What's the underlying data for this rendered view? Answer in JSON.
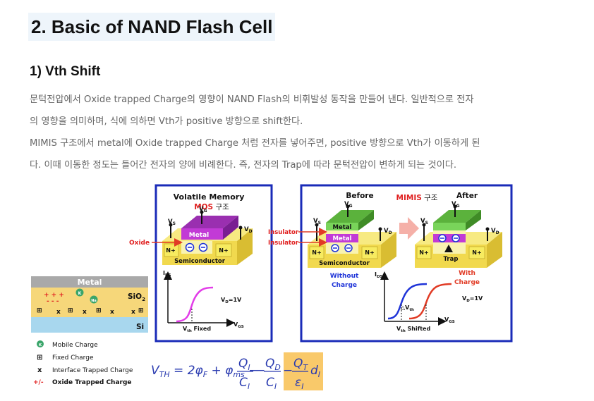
{
  "heading": "2. Basic of NAND Flash Cell",
  "subheading": "1) Vth Shift",
  "paragraph1": {
    "line1": "문턱전압에서 Oxide trapped Charge의 영향이 NAND Flash의 비휘발성 동작을 만들어 낸다. 일반적으로 전자",
    "line2": "의 영향을 의미하며, 식에 의하면 Vth가 positive 방향으로 shift한다."
  },
  "paragraph2": {
    "line1": "MIMIS 구조에서 metal에 Oxide trapped Charge 처럼 전자를 넣어주면, positive 방향으로 Vth가 이동하게 된",
    "line2": "다. 이때 이동한 정도는 들어간 전자의 양에 비례한다. 즉, 전자의 Trap에 따라 문턱전압이 변하게 되는 것이다."
  },
  "figure": {
    "left_panel": {
      "title": "Volatile Memory",
      "struct_name": "MOS",
      "struct_suffix": "구조",
      "vg": "V",
      "vs": "V",
      "vd": "V",
      "metal": "Metal",
      "oxide": "Oxide",
      "nplus": "N+",
      "semiconductor": "Semiconductor",
      "ids": "I",
      "vgs": "V",
      "vd_eq": "V",
      "vd_eq_value": "=1V",
      "vth_fixed": "V",
      "fixed_suffix": "Fixed"
    },
    "right_panel": {
      "before": "Before",
      "struct_name": "MIMIS",
      "struct_suffix": "구조",
      "after": "After",
      "metal_top": "Metal",
      "metal_mid": "Metal",
      "insulator": "Insulator",
      "nplus": "N+",
      "semiconductor": "Semiconductor",
      "trap": "Trap",
      "without_charge_1": "Without",
      "without_charge_2": "Charge",
      "with_charge_1": "With",
      "with_charge_2": "Charge",
      "ids": "I",
      "vgs": "V",
      "vd_eq": "V",
      "vd_eq_value": "=1V",
      "delta_vth": "△V",
      "vth_shifted": "V",
      "shifted_suffix": "Shifted"
    },
    "cross_section": {
      "metal": "Metal",
      "sio2": "SiO",
      "si": "Si",
      "plus_row": "+ + +",
      "minus_row": "- - -",
      "k_label": "K",
      "na_label": "Na"
    },
    "legend": [
      {
        "symbol": "K",
        "label": "Mobile Charge"
      },
      {
        "symbol": "⊞",
        "label": "Fixed Charge"
      },
      {
        "symbol": "x",
        "label": "Interface Trapped Charge"
      },
      {
        "symbol": "+/-",
        "label": "Oxide Trapped Charge"
      }
    ],
    "colors": {
      "panel_border": "#1a2bb8",
      "metal_purple": "#c23ad6",
      "metal_green": "#79d45a",
      "oxide_yellow": "#f3e66a",
      "semiconductor_yellow": "#f1d94e",
      "curve_magenta": "#e23ce8",
      "curve_blue": "#1f34d8",
      "curve_red": "#e13b25",
      "formula_blue": "#2a3bb0",
      "highlight": "#f9c96a"
    }
  }
}
